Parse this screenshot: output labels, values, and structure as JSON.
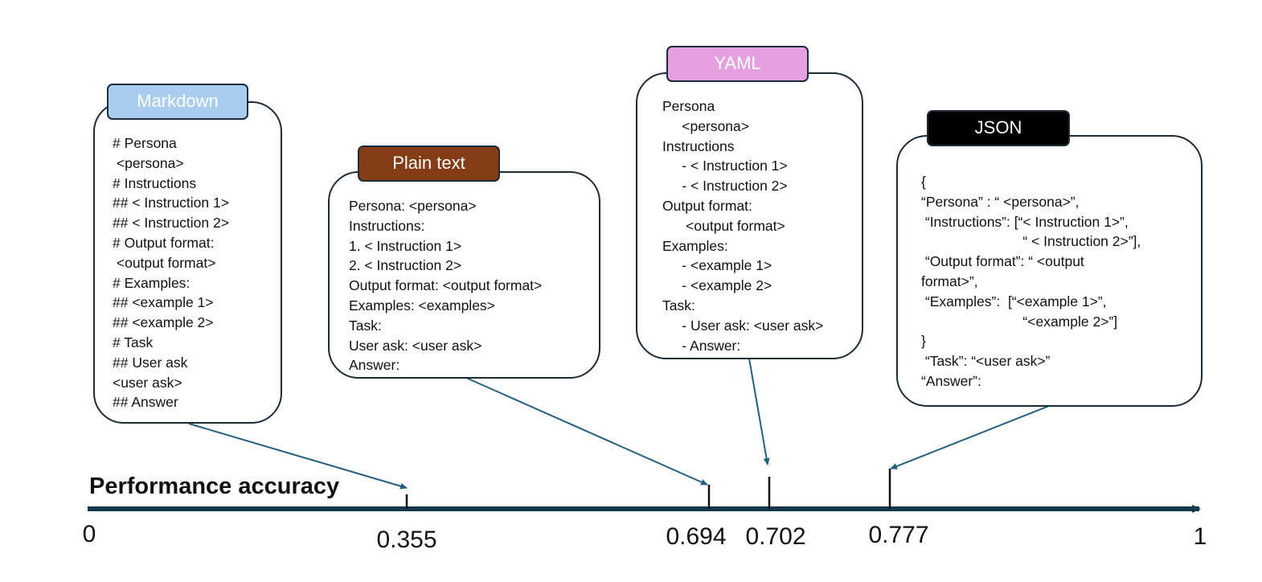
{
  "colors": {
    "axis": "#16384d",
    "arrow": "#23607f",
    "box_border": "#1c2b3a",
    "markdown_tag": "#a9cdee",
    "plaintext_tag": "#843c16",
    "yaml_tag": "#e4a0e0",
    "json_tag": "#000000"
  },
  "formats": [
    {
      "id": "markdown",
      "name": "Markdown",
      "accuracy": 0.355,
      "tick_label": "0.355",
      "lines": [
        "# Persona",
        " <persona>",
        "# Instructions",
        "## < Instruction 1>",
        "## < Instruction 2>",
        "# Output format:",
        " <output format>",
        "# Examples:",
        "## <example 1>",
        "## <example 2>",
        "# Task",
        "## User ask",
        "<user ask>",
        "## Answer"
      ]
    },
    {
      "id": "plaintext",
      "name": "Plain text",
      "accuracy": 0.694,
      "tick_label": "0.694",
      "lines": [
        "Persona: <persona>",
        "Instructions:",
        "1. < Instruction 1>",
        "2. < Instruction 2>",
        "Output format: <output format>",
        "Examples: <examples>",
        "Task:",
        "User ask: <user ask>",
        "Answer:"
      ]
    },
    {
      "id": "yaml",
      "name": "YAML",
      "accuracy": 0.702,
      "tick_label": "0.702",
      "lines": [
        "Persona",
        "     <persona>",
        "Instructions",
        "     - < Instruction 1>",
        "     - < Instruction 2>",
        "Output format:",
        "      <output format>",
        "Examples:",
        "     - <example 1>",
        "     - <example 2>",
        "Task:",
        "     - User ask: <user ask>",
        "     - Answer:"
      ]
    },
    {
      "id": "json",
      "name": "JSON",
      "accuracy": 0.777,
      "tick_label": "0.777",
      "lines": [
        "{",
        "“Persona” : “ <persona>”,",
        " “Instructions”: [“< Instruction 1>”,",
        "                          “ < Instruction 2>”],",
        " “Output format”: “ <output",
        "format>”,",
        " “Examples”:  [“<example 1>”,",
        "                          “<example 2>”]",
        "}",
        " “Task”: “<user ask>”",
        "“Answer”:"
      ]
    }
  ],
  "axis": {
    "title": "Performance accuracy",
    "range": [
      0,
      1
    ],
    "min_label": "0",
    "max_label": "1"
  }
}
